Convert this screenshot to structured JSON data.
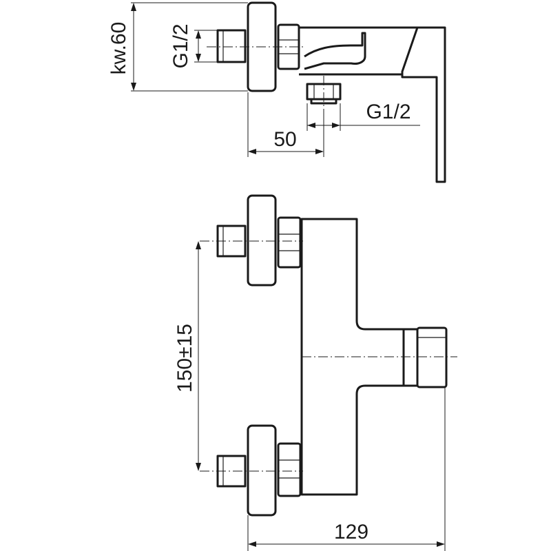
{
  "drawing": {
    "top_view": {
      "depth_label": "kw.60",
      "inlet_thread_label": "G1/2",
      "outlet_thread_label": "G1/2",
      "outlet_offset_label": "50"
    },
    "front_view": {
      "spacing_label": "150±15",
      "width_label": "129"
    }
  }
}
